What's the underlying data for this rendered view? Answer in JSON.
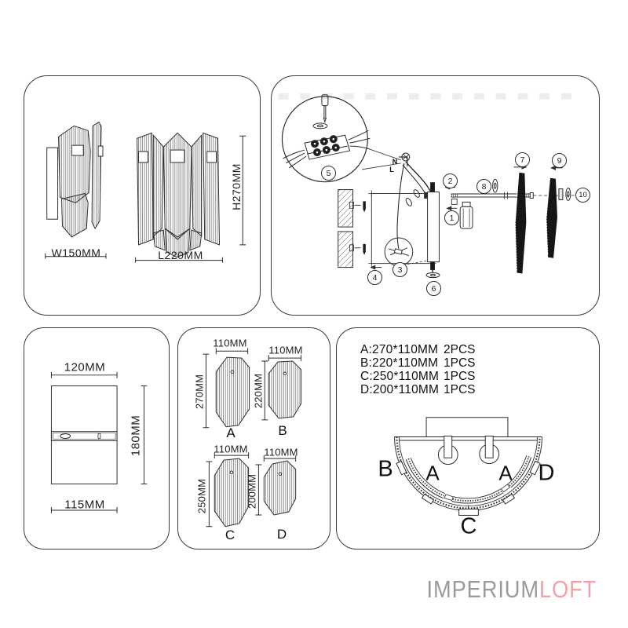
{
  "colors": {
    "line": "#2d2d2d",
    "panel_border": "#3a3a3a",
    "dark_panel_fill": "#161616",
    "logo_gray": "#9a9a9e",
    "logo_pink": "#f0a2a6"
  },
  "views": {
    "width_label": "W150MM",
    "length_label": "L220MM",
    "height_label": "H270MM"
  },
  "assembly": {
    "steps": [
      "1",
      "2",
      "3",
      "4",
      "5",
      "6",
      "7",
      "8",
      "9",
      "10"
    ],
    "terminal_labels": {
      "neutral": "N",
      "live": "L"
    }
  },
  "backplate": {
    "width_top": "120MM",
    "height": "180MM",
    "width_bottom": "115MM"
  },
  "crystal_parts": {
    "items": [
      {
        "label": "A",
        "width": "110MM",
        "height": "270MM"
      },
      {
        "label": "B",
        "width": "110MM",
        "height": "220MM"
      },
      {
        "label": "C",
        "width": "110MM",
        "height": "250MM"
      },
      {
        "label": "D",
        "width": "110MM",
        "height": "200MM"
      }
    ]
  },
  "parts_list": {
    "rows": [
      {
        "spec": "A:270*110MM",
        "qty": "2PCS"
      },
      {
        "spec": "B:220*110MM",
        "qty": "1PCS"
      },
      {
        "spec": "C:250*110MM",
        "qty": "1PCS"
      },
      {
        "spec": "D:200*110MM",
        "qty": "1PCS"
      }
    ],
    "arrangement": [
      "B",
      "A",
      "A",
      "D",
      "C"
    ]
  },
  "logo": {
    "primary": "IMPERIUM",
    "secondary": "LOFT"
  }
}
